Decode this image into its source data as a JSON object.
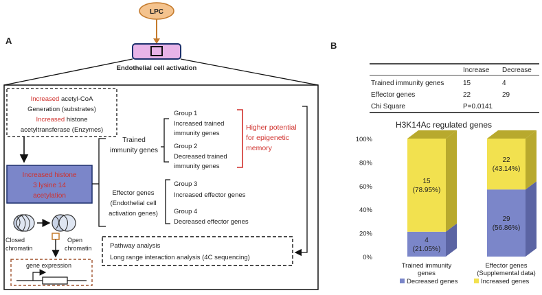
{
  "panel_a": {
    "label": "A",
    "lpc": "LPC",
    "activation": "Endothelial cell activation",
    "substrates_prefix": "Increased",
    "substrates_rest": " acetyl-CoA",
    "generation": "Generation (substrates)",
    "enzymes_prefix": "Increased",
    "enzymes_rest": " histone",
    "enzymes_line2": "acetyltransferase (Enzymes)",
    "acetylation": [
      "Increased histone",
      "3 lysine 14",
      "acetylation"
    ],
    "closed_chromatin": [
      "Closed",
      "chromatin"
    ],
    "open_chromatin": [
      "Open",
      "chromatin"
    ],
    "gene_expression": "gene expression",
    "trained": [
      "Trained",
      "immunity genes"
    ],
    "effector": [
      "Effector genes",
      "(Endothelial cell",
      "activation genes)"
    ],
    "group1": "Group 1",
    "group1_desc": [
      "Increased trained",
      "immunity genes"
    ],
    "group2": "Group 2",
    "group2_desc": [
      "Decreased trained",
      "immunity genes"
    ],
    "group3": "Group 3",
    "group3_desc": "Increased effector genes",
    "group4": "Group 4",
    "group4_desc": "Decreased effector genes",
    "higher_potential": [
      "Higher potential",
      "for epigenetic",
      "memory"
    ],
    "pathway": "Pathway analysis",
    "long_range": "Long range interaction analysis (4C sequencing)"
  },
  "panel_b": {
    "label": "B",
    "table": {
      "headers": [
        "",
        "Increase",
        "Decrease"
      ],
      "rows": [
        [
          "Trained immunity genes",
          "15",
          "4"
        ],
        [
          "Effector genes",
          "22",
          "29"
        ],
        [
          "Chi Square",
          "P=0.0141",
          ""
        ]
      ]
    },
    "colors": {
      "decreased": "#7b86c9",
      "increased": "#f2e14f",
      "decreased_side": "#5b64a3",
      "increased_side": "#b8a92d"
    }
  },
  "chart_data": {
    "type": "bar",
    "stacked": true,
    "title": "H3K14Ac regulated genes",
    "categories": [
      "Trained immunity genes",
      "Effector genes (Supplemental data)"
    ],
    "series": [
      {
        "name": "Decreased genes",
        "values": [
          21.05,
          56.86
        ],
        "counts": [
          "4",
          "29"
        ],
        "pct_labels": [
          "(21.05%)",
          "(56.86%)"
        ]
      },
      {
        "name": "Increased genes",
        "values": [
          78.95,
          43.14
        ],
        "counts": [
          "15",
          "22"
        ],
        "pct_labels": [
          "(78.95%)",
          "(43.14%)"
        ]
      }
    ],
    "ylim": [
      0,
      100
    ],
    "yticks": [
      "0%",
      "20%",
      "40%",
      "60%",
      "80%",
      "100%"
    ],
    "legend_position": "bottom"
  }
}
